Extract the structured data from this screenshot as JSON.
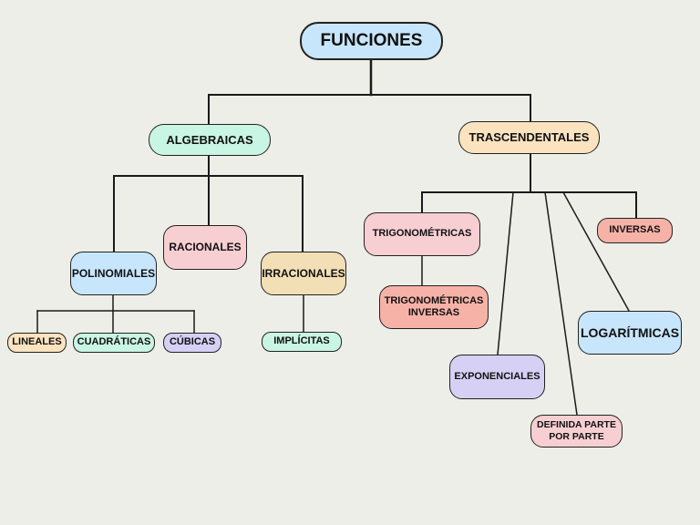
{
  "colors": {
    "blue": "#c8e6fb",
    "mint": "#c9f5e4",
    "peach": "#fbe3c0",
    "pink": "#f7cfd3",
    "tan": "#f3dfb5",
    "lavender": "#d6d0f5",
    "salmon": "#f7b2a7",
    "line": "#1a1a1a",
    "background": "#eeeee8"
  },
  "nodes": {
    "root": "FUNCIONES",
    "algebraicas": "ALGEBRAICAS",
    "trascendentales": "TRASCENDENTALES",
    "polinomiales": "POLINOMIALES",
    "racionales": "RACIONALES",
    "irracionales": "IRRACIONALES",
    "lineales": "LINEALES",
    "cuadraticas": "CUADRÁTICAS",
    "cubicas": "CÚBICAS",
    "implicitas": "IMPLÍCITAS",
    "trigonometricas": "TRIGONOMÉTRICAS",
    "trig_inversas": "TRIGONOMÉTRICAS INVERSAS",
    "exponenciales": "EXPONENCIALES",
    "definida_parte": "DEFINIDA PARTE POR PARTE",
    "logaritmicas": "LOGARÍTMICAS",
    "inversas": "INVERSAS"
  }
}
